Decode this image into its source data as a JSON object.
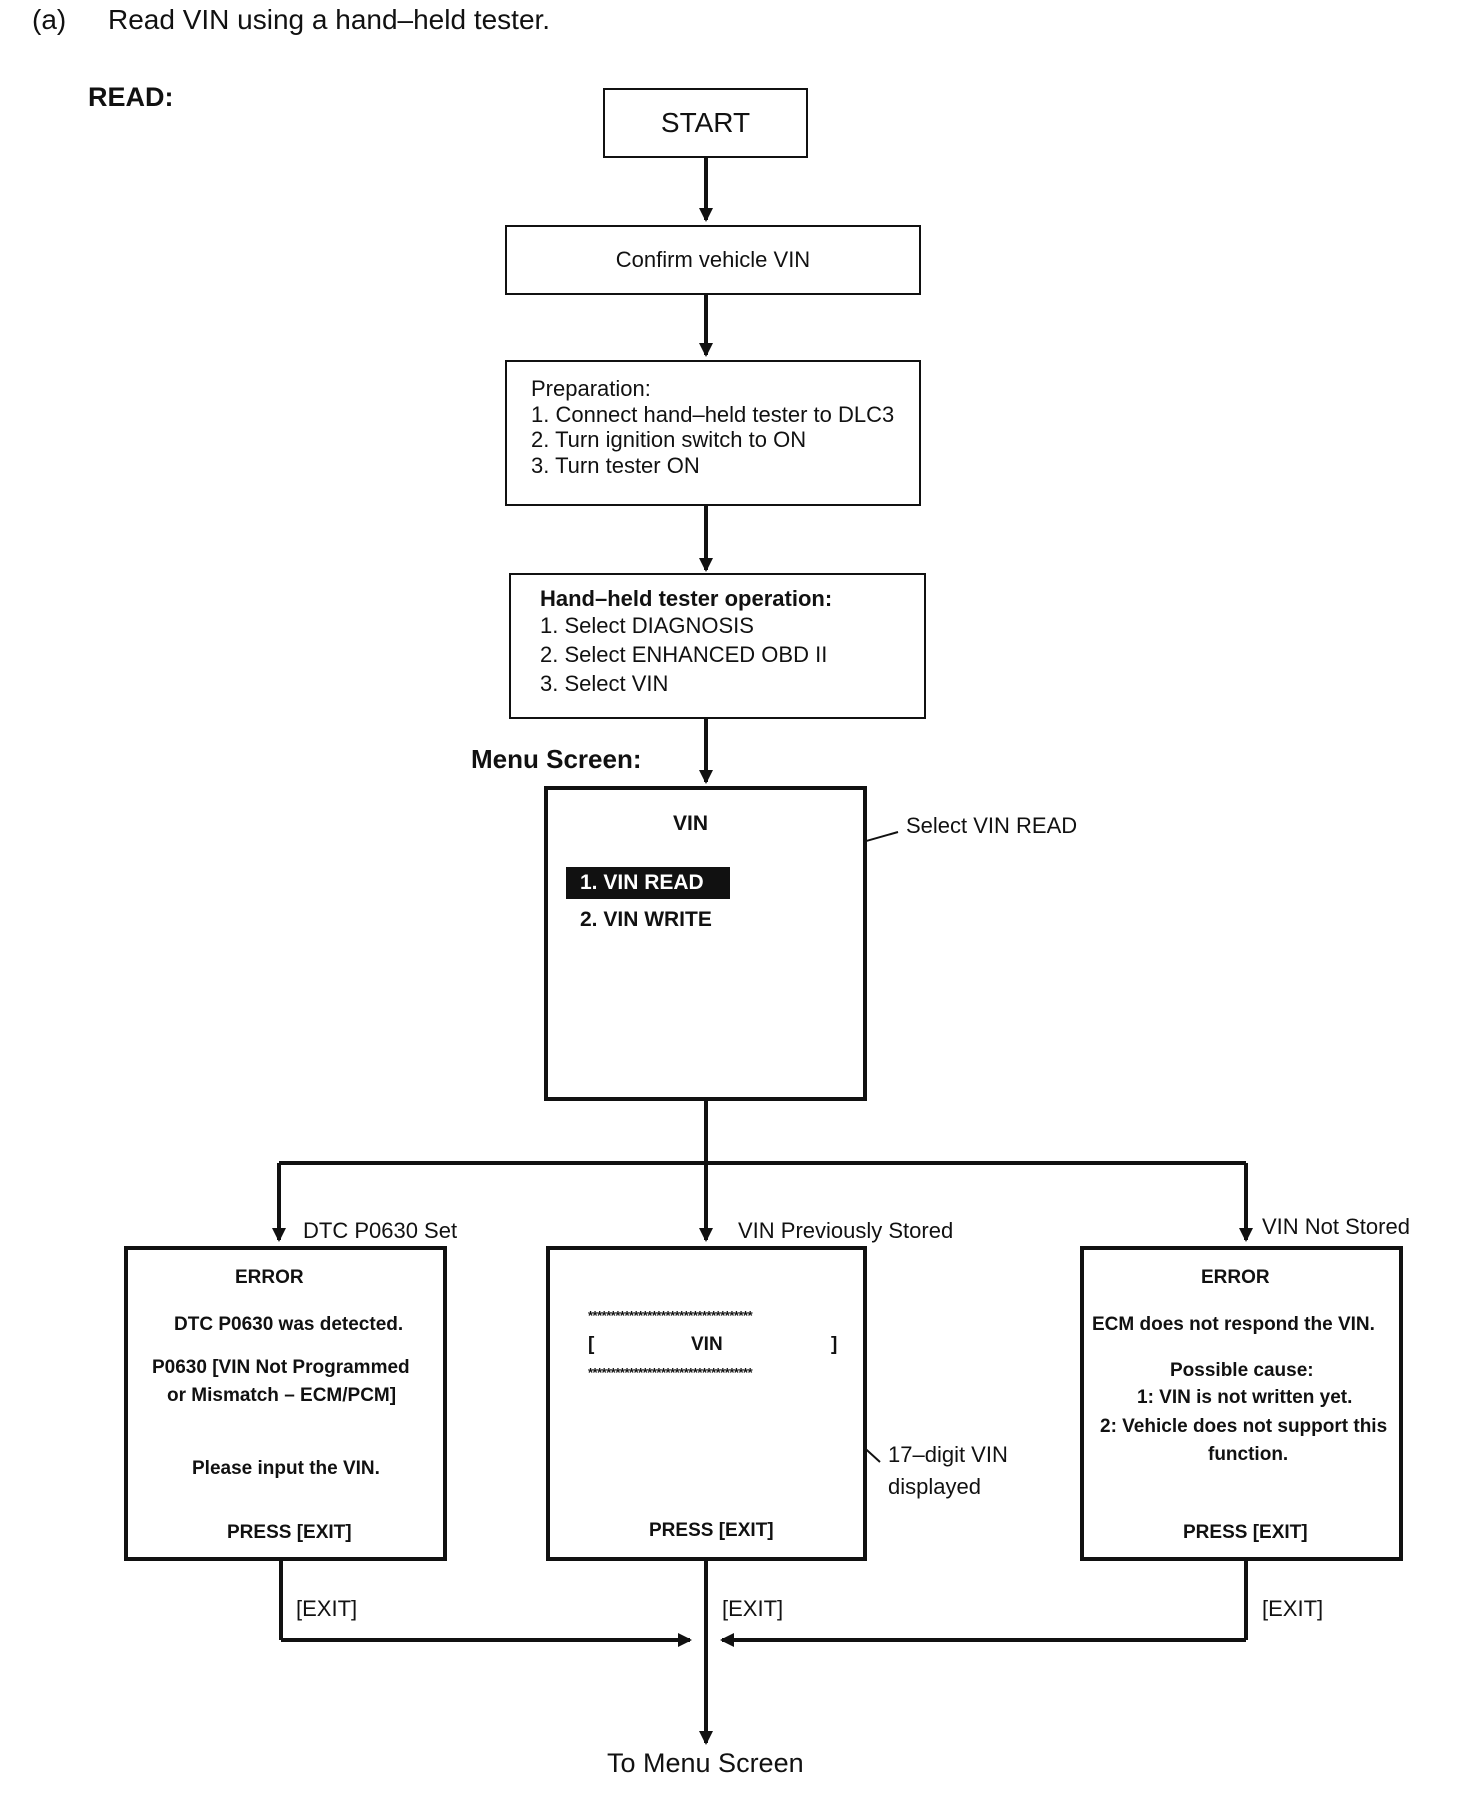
{
  "header": {
    "index": "(a)",
    "title": "Read VIN using a hand–held tester."
  },
  "read_label": "READ:",
  "start": "START",
  "confirm": "Confirm vehicle VIN",
  "preparation": {
    "heading": "Preparation:",
    "steps": [
      "1. Connect hand–held tester to DLC3",
      "2. Turn ignition switch to ON",
      "3. Turn tester ON"
    ]
  },
  "operation": {
    "heading": "Hand–held tester operation:",
    "steps": [
      "1. Select DIAGNOSIS",
      "2. Select ENHANCED OBD II",
      "3. Select VIN"
    ]
  },
  "menu_screen": {
    "label": "Menu Screen:",
    "title": "VIN",
    "item_read": "1. VIN READ",
    "item_write": "2. VIN WRITE",
    "callout": "Select VIN READ"
  },
  "branches": {
    "left": {
      "label": "DTC P0630 Set",
      "title": "ERROR",
      "line1": "DTC P0630 was detected.",
      "line2": "P0630  [VIN Not Programmed",
      "line3": "or Mismatch – ECM/PCM]",
      "line4": "Please input the VIN.",
      "press": "PRESS [EXIT]",
      "exit": "[EXIT]"
    },
    "middle": {
      "label": "VIN Previously Stored",
      "stars": "************************************",
      "bracket_open": "[",
      "vin": "VIN",
      "bracket_close": "]",
      "callout_line1": "17–digit VIN",
      "callout_line2": "displayed",
      "press": "PRESS [EXIT]",
      "exit": "[EXIT]"
    },
    "right": {
      "label": "VIN Not Stored",
      "title": "ERROR",
      "line1": "ECM does not respond the VIN.",
      "line2": "Possible cause:",
      "line3": "1: VIN is not written yet.",
      "line4": "2: Vehicle does not support this",
      "line5": "function.",
      "press": "PRESS [EXIT]",
      "exit": "[EXIT]"
    }
  },
  "footer": "To Menu Screen"
}
